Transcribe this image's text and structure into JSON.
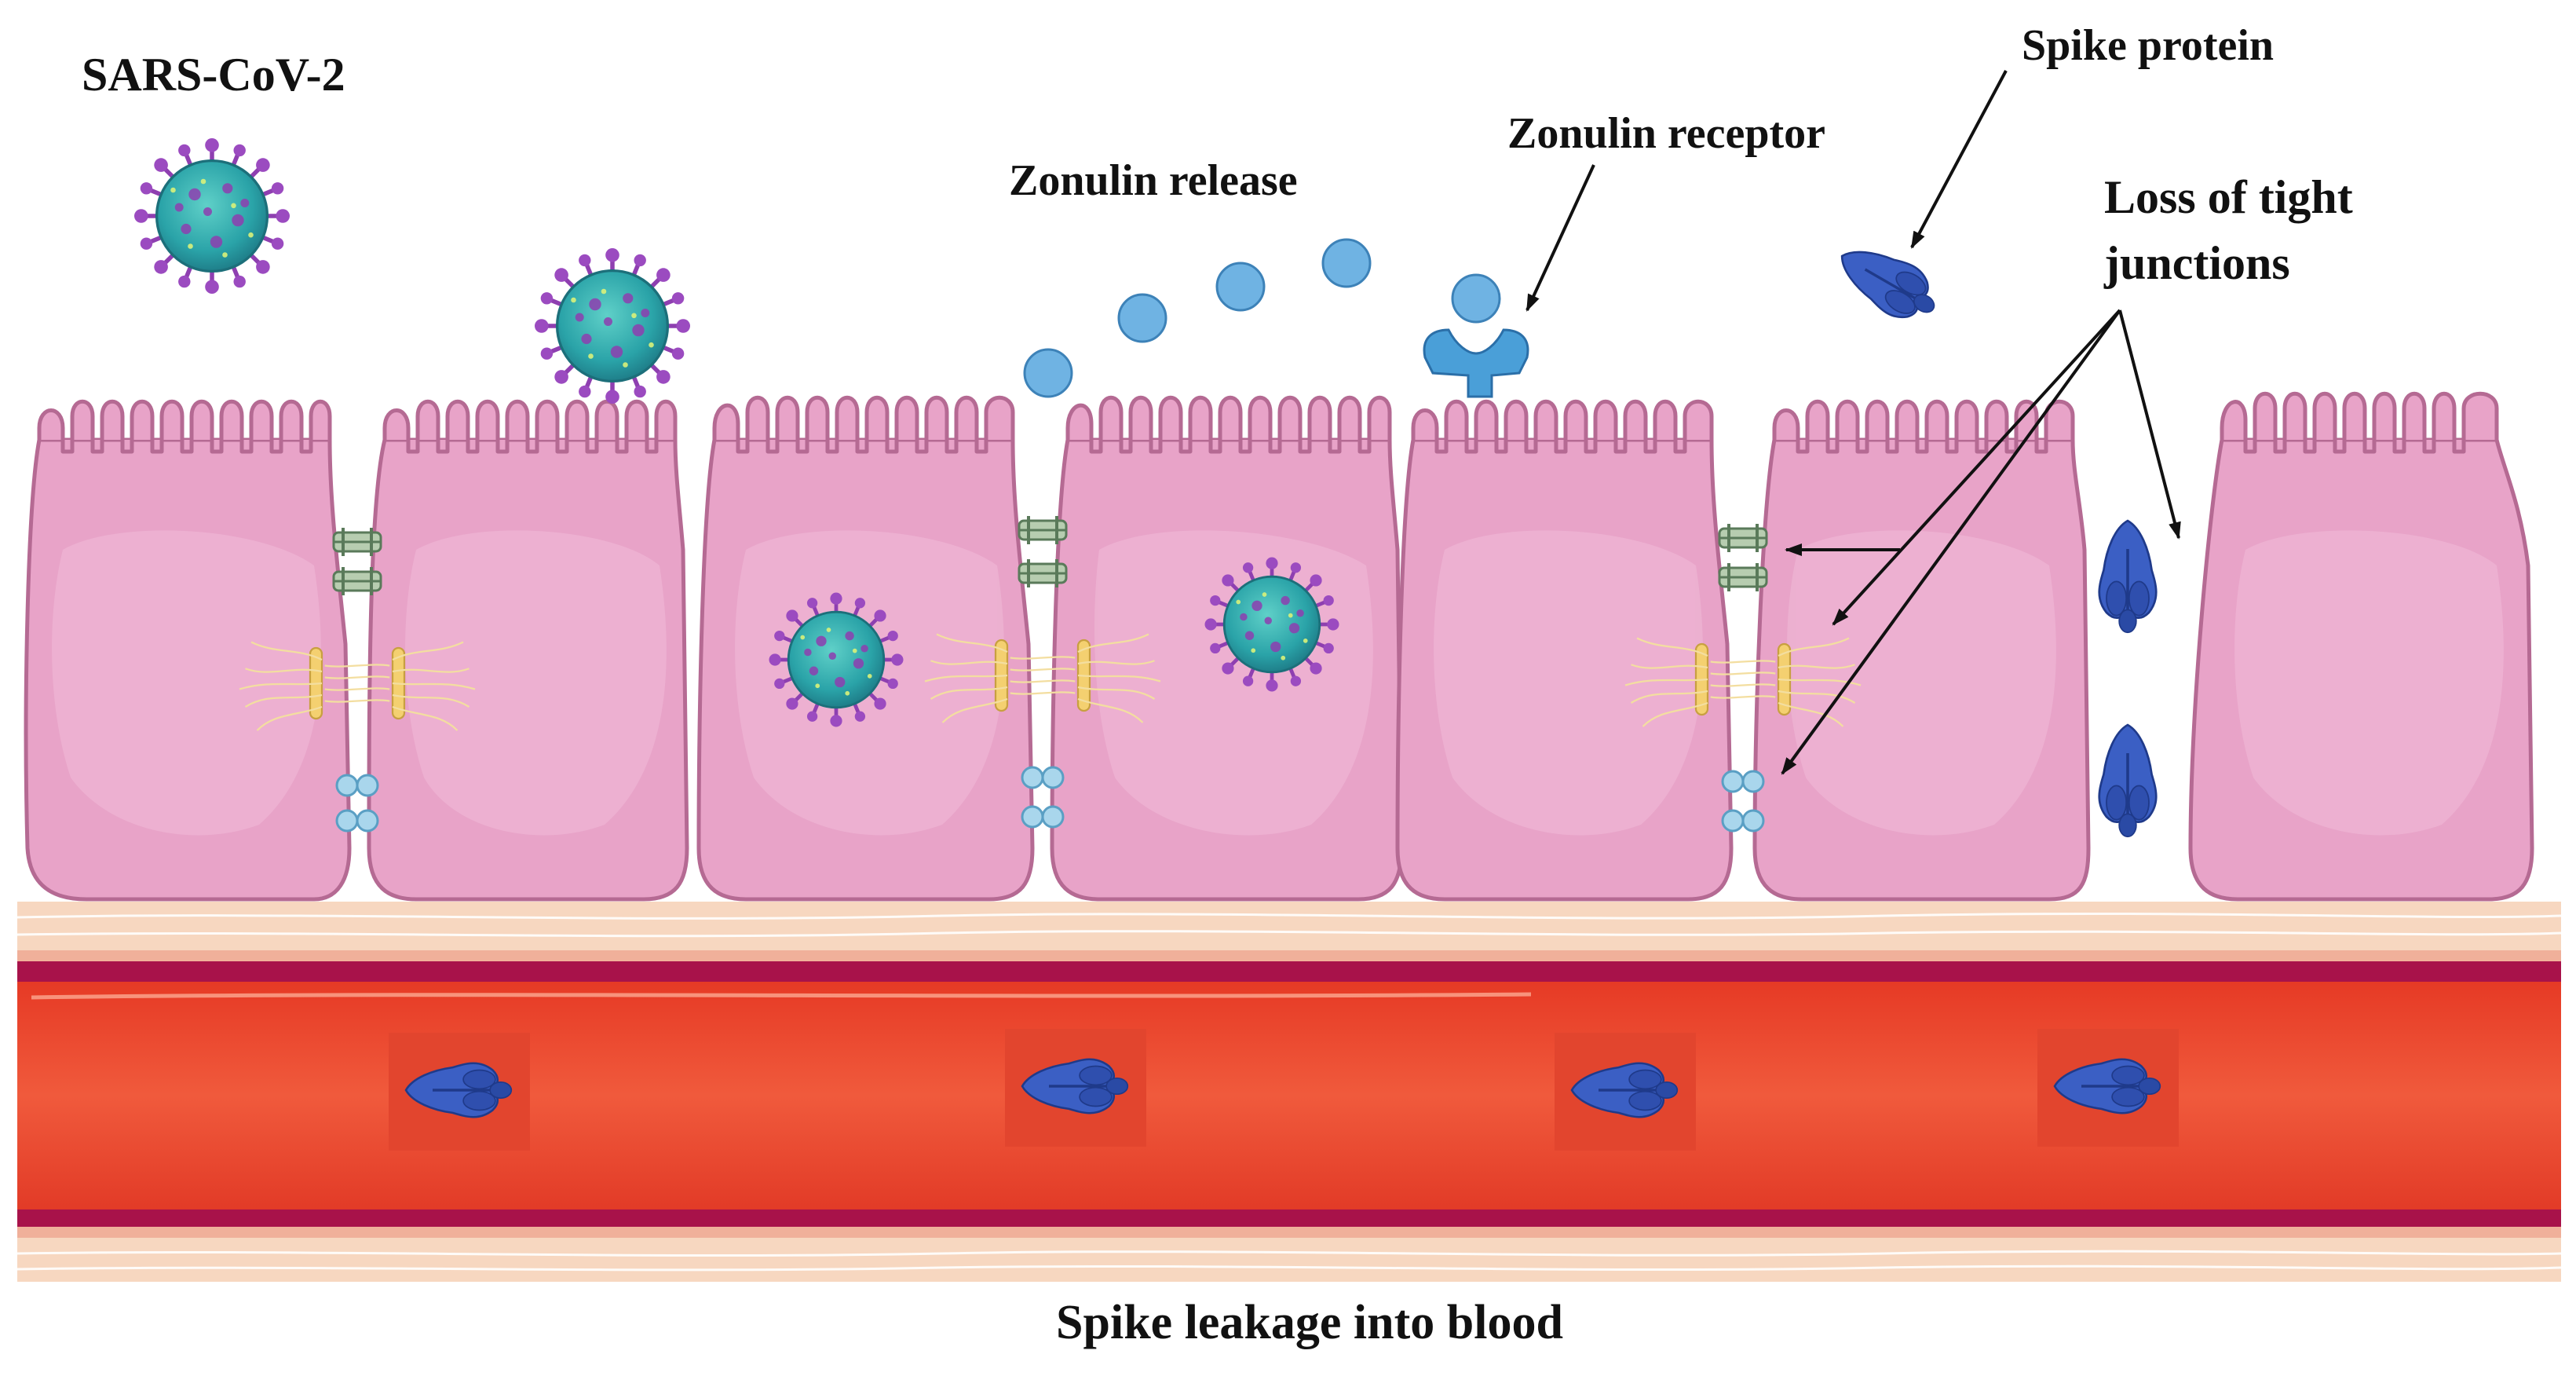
{
  "labels": {
    "virus": "SARS-CoV-2",
    "zonulin_release": "Zonulin release",
    "zonulin_receptor": "Zonulin receptor",
    "spike_protein": "Spike protein",
    "loss_tight_junctions_line1": "Loss of tight",
    "loss_tight_junctions_line2": "junctions",
    "spike_leakage": "Spike leakage into blood"
  },
  "colors": {
    "cell_fill": "#e8a3c8",
    "cell_stroke": "#b56a93",
    "blood": "#ef4b33",
    "vessel_wall": "#a8124a",
    "tissue": "#f7d7c0",
    "virus_body": "#2aa3a8",
    "virus_spikes": "#8e3fb0",
    "spike_protein": "#3b5fc4",
    "zonulin": "#6fb3e3",
    "receptor": "#4a9fd8",
    "arrow": "#111111"
  },
  "icons": [
    "sars-cov-2-virus-icon",
    "spike-protein-icon",
    "zonulin-molecule-icon",
    "zonulin-receptor-icon",
    "tight-junction-icon"
  ]
}
